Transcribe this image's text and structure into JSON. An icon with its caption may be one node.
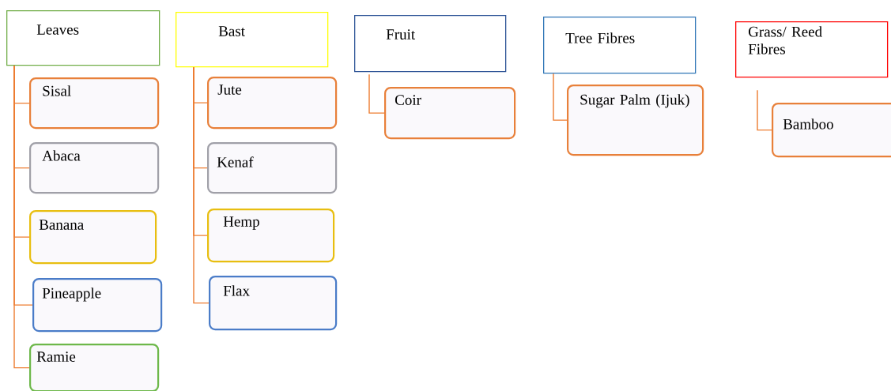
{
  "diagram": {
    "nodes": [
      {
        "text": [
          "Leaves"
        ]
      },
      {
        "text": [
          "Sisal"
        ]
      },
      {
        "text": [
          "Abaca"
        ]
      },
      {
        "text": [
          "Banana"
        ]
      },
      {
        "text": [
          "Pineapple"
        ]
      },
      {
        "text": [
          "Ramie"
        ]
      },
      {
        "text": [
          "Bast"
        ]
      },
      {
        "text": [
          "Jute"
        ]
      },
      {
        "text": [
          "Kenaf"
        ]
      },
      {
        "text": [
          "Hemp"
        ]
      },
      {
        "text": [
          "Flax"
        ]
      },
      {
        "text": [
          "Fruit"
        ]
      },
      {
        "text": [
          "Coir"
        ]
      },
      {
        "text": [
          "Tree Fibres"
        ]
      },
      {
        "text": [
          "Sugar Palm (Ijuk)"
        ]
      },
      {
        "text": [
          "Grass/ Reed Fibres"
        ]
      },
      {
        "text": [
          "Bamboo"
        ]
      }
    ],
    "edges": [
      {
        "from": 0,
        "to": 1,
        "arrow": "none"
      },
      {
        "from": 0,
        "to": 2,
        "arrow": "none"
      },
      {
        "from": 0,
        "to": 3,
        "arrow": "none"
      },
      {
        "from": 0,
        "to": 4,
        "arrow": "none"
      },
      {
        "from": 0,
        "to": 5,
        "arrow": "none"
      },
      {
        "from": 6,
        "to": 7,
        "arrow": "none"
      },
      {
        "from": 6,
        "to": 8,
        "arrow": "none"
      },
      {
        "from": 6,
        "to": 9,
        "arrow": "none"
      },
      {
        "from": 6,
        "to": 10,
        "arrow": "none"
      },
      {
        "from": 11,
        "to": 12,
        "arrow": "none"
      },
      {
        "from": 13,
        "to": 14,
        "arrow": "none"
      },
      {
        "from": 15,
        "to": 16,
        "arrow": "none"
      }
    ]
  }
}
